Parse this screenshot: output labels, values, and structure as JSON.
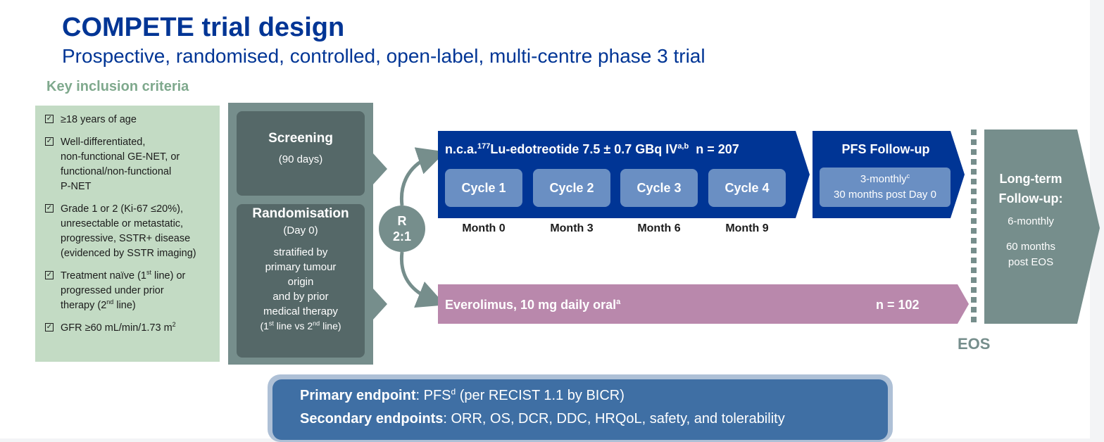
{
  "title": "COMPETE trial design",
  "subtitle": "Prospective, randomised, controlled, open-label, multi-centre phase 3 trial",
  "criteria": {
    "heading": "Key inclusion criteria",
    "items": [
      {
        "lines": [
          "≥18 years of age"
        ]
      },
      {
        "lines": [
          "Well-differentiated,",
          "non-functional GE-NET, or",
          "functional/non-functional",
          "P-NET"
        ]
      },
      {
        "lines": [
          "Grade 1 or 2 (Ki-67 ≤20%),",
          "unresectable or metastatic,",
          "progressive, SSTR+ disease",
          "(evidenced by SSTR imaging)"
        ]
      },
      {
        "l1_pre": "Treatment naïve (1",
        "l1_sup": "st",
        "l1_post": " line) or",
        "l2": "progressed under prior",
        "l3_pre": "therapy (2",
        "l3_sup": "nd",
        "l3_post": " line)"
      },
      {
        "pre": "GFR ≥60 mL/min/1.73 m",
        "sup": "2"
      }
    ]
  },
  "screening": {
    "title": "Screening",
    "sub": "(90 days)"
  },
  "randomisation": {
    "title": "Randomisation",
    "sub": "(Day 0)",
    "lines": [
      "stratified by",
      "primary tumour",
      "origin",
      "and by prior",
      "medical therapy"
    ],
    "last_pre": "(1",
    "last_sup1": "st",
    "last_mid": " line vs 2",
    "last_sup2": "nd",
    "last_post": " line)"
  },
  "randomisation_ratio": {
    "r": "R",
    "ratio": "2:1"
  },
  "lu_arm": {
    "pre": "n.c.a.",
    "iso": "177",
    "mid": "Lu-edotreotide 7.5 ± 0.7 GBq IV",
    "sup": "a,b",
    "n": "n = 207",
    "cycles": [
      "Cycle 1",
      "Cycle 2",
      "Cycle 3",
      "Cycle 4"
    ],
    "months": [
      "Month 0",
      "Month 3",
      "Month 6",
      "Month 9"
    ]
  },
  "pfs_followup": {
    "title": "PFS Follow-up",
    "line1": "3-monthly",
    "line1_sup": "c",
    "line2": "30 months post Day 0"
  },
  "everolimus_arm": {
    "label": "Everolimus, 10 mg daily oral",
    "sup": "a",
    "n": "n = 102"
  },
  "long_term": {
    "title_l1": "Long-term",
    "title_l2": "Follow-up:",
    "freq": "6-monthly",
    "dur_l1": "60 months",
    "dur_l2": "post EOS"
  },
  "eos_label": "EOS",
  "endpoints": {
    "primary_label": "Primary endpoint",
    "primary_pre": ": PFS",
    "primary_sup": "d",
    "primary_post": " (per RECIST 1.1 by BICR)",
    "secondary_label": "Secondary endpoints",
    "secondary_text": ": ORR, OS, DCR, DDC, HRQoL, safety, and tolerability"
  },
  "colors": {
    "title": "#003595",
    "lu_arm": "#003595",
    "everolimus_arm": "#b988ac",
    "teal": "#768e8c",
    "dark_teal": "#556868",
    "criteria_bg": "#c3dbc4",
    "endpoint_bg": "#3f6fa4"
  }
}
